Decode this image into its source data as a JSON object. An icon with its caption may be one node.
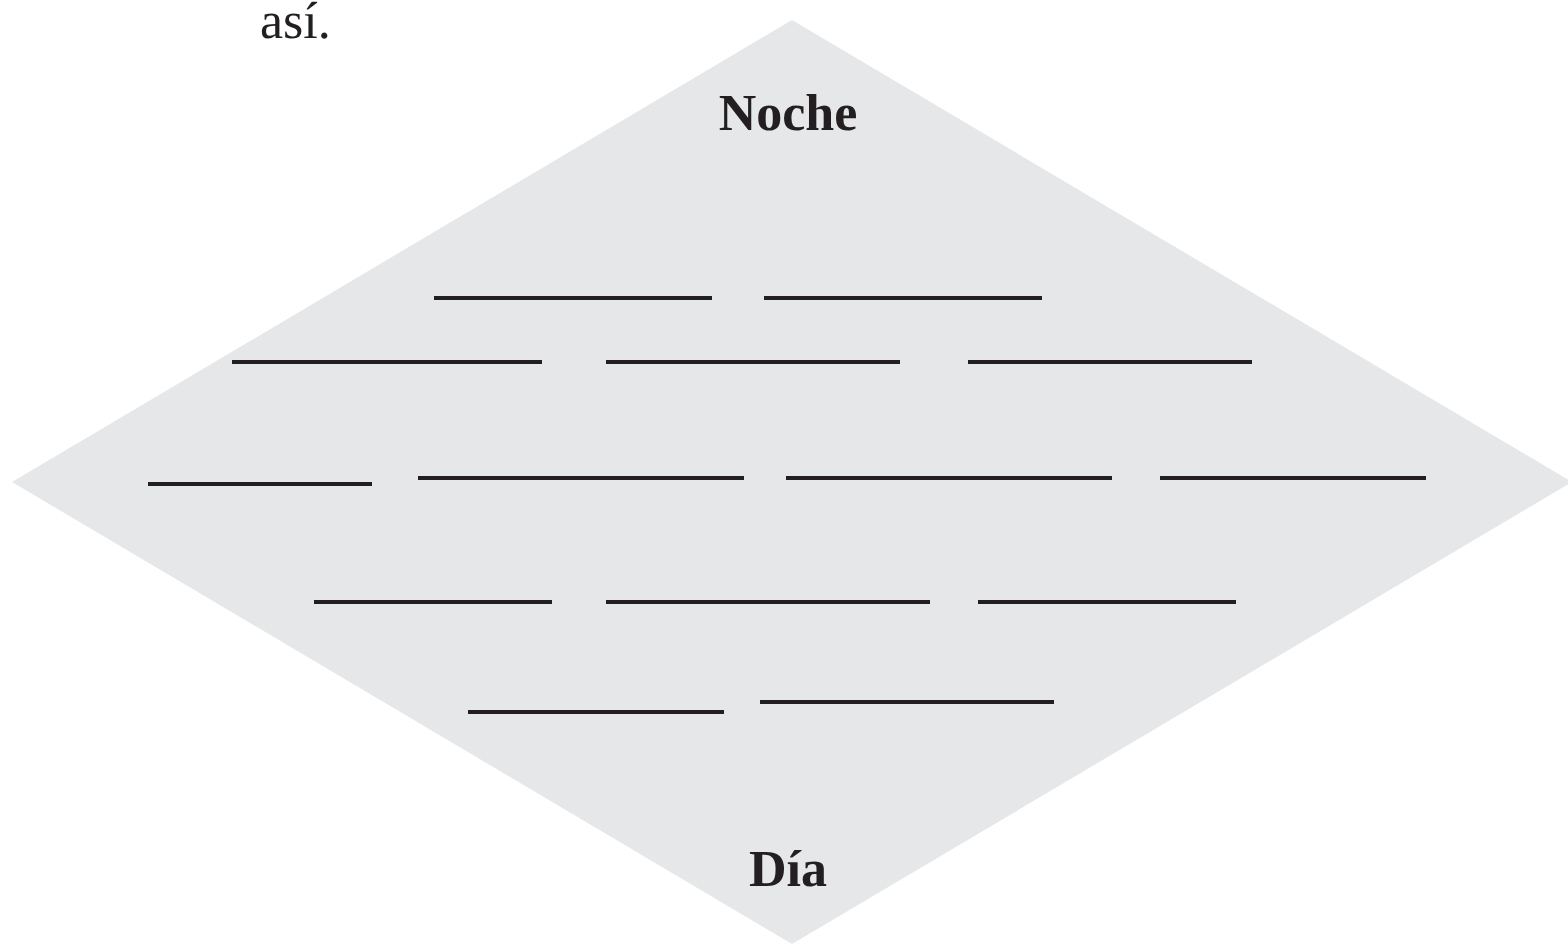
{
  "diagram": {
    "nodes": [
      {
        "text": [
          "Noche",
          "Día"
        ]
      }
    ],
    "labels": [
      "así."
    ]
  }
}
